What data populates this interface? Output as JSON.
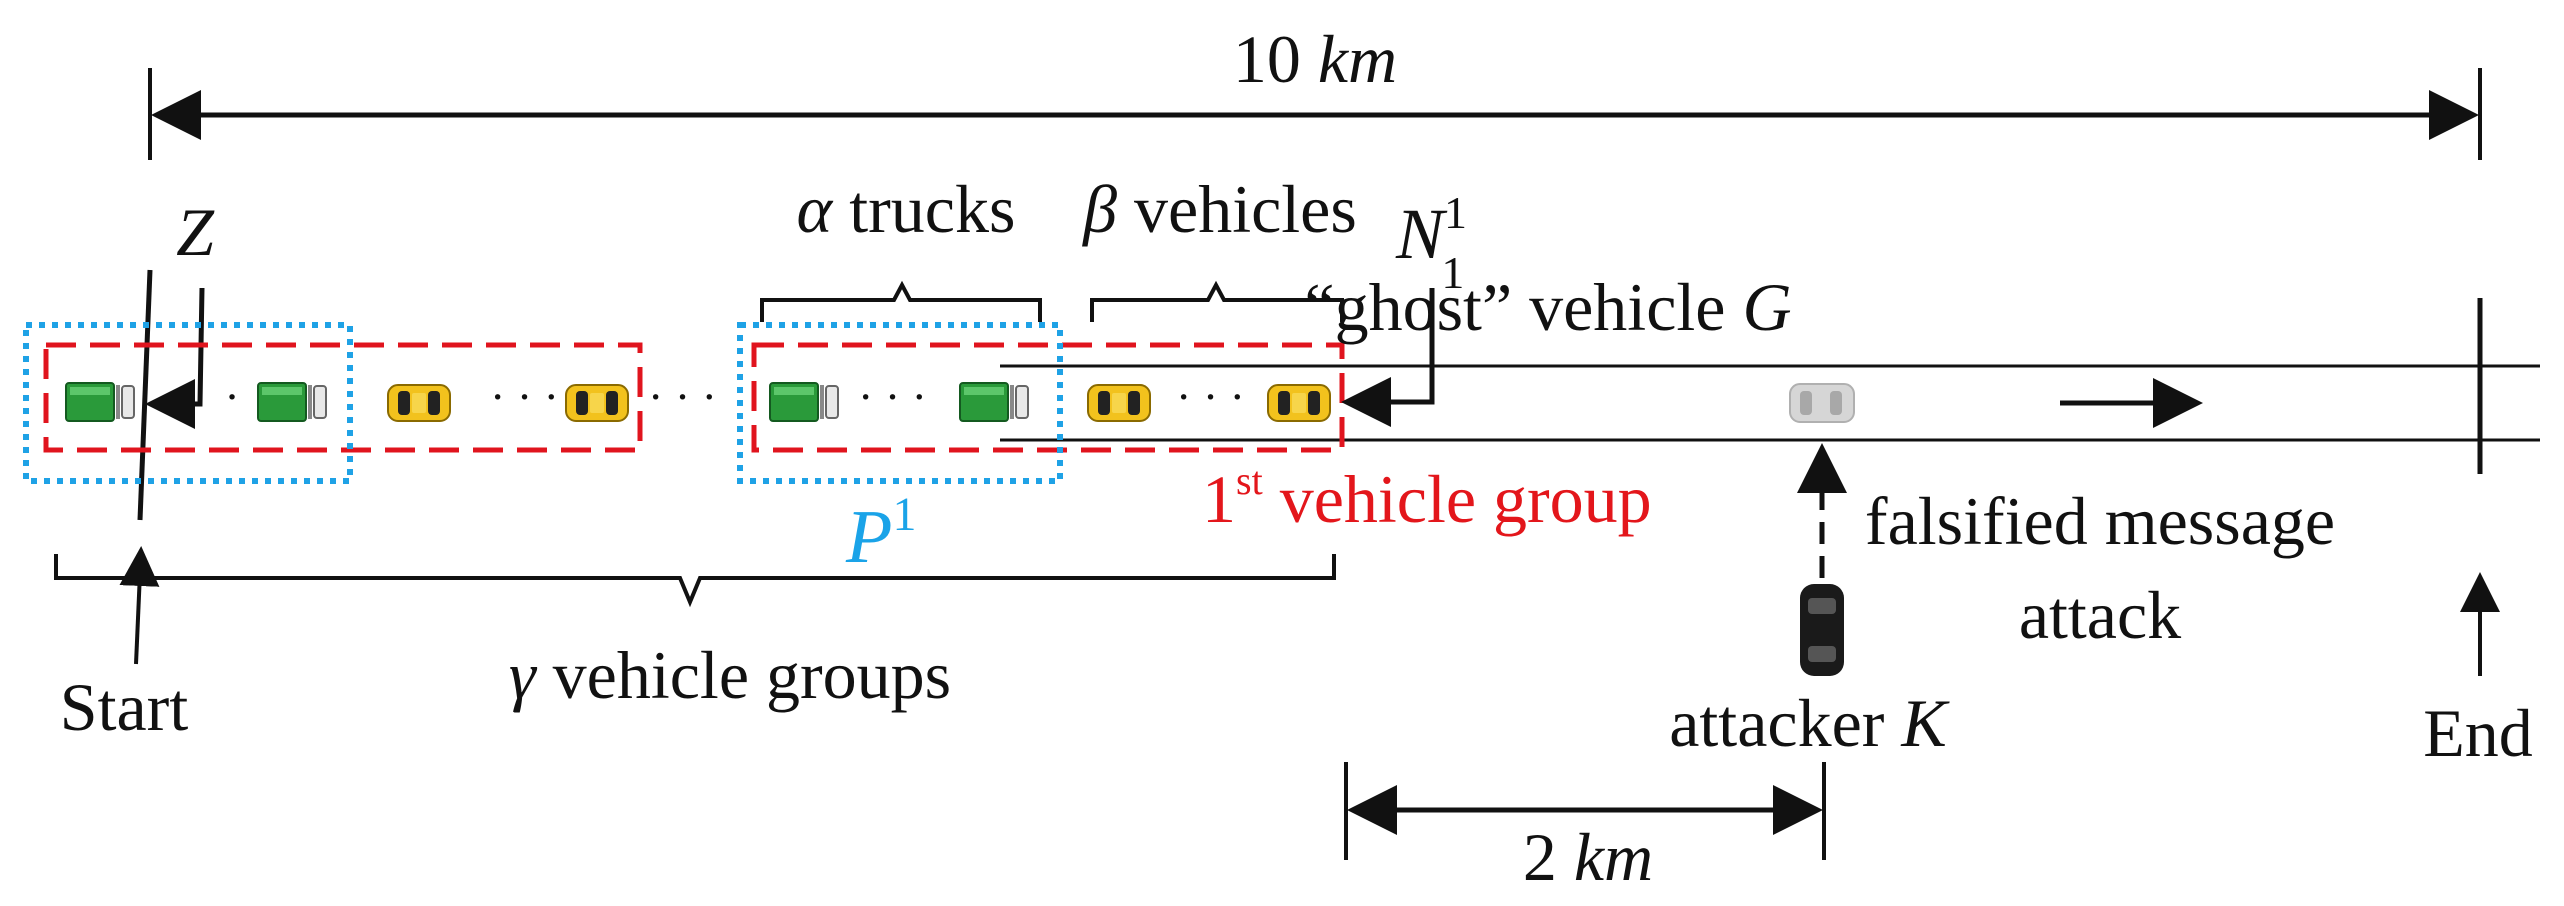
{
  "colors": {
    "line": "#111111",
    "group_dash": "#e0141e",
    "platoon_dot": "#1fa2e6",
    "platoon_label": "#1aa3e8",
    "group_label": "#e3161b",
    "truck_cab": "#2a9a3a",
    "car_body": "#f2c21d",
    "ghost_car": "#d6d6d6",
    "attacker_car": "#1a1a1a"
  },
  "labels": {
    "road_length_num": "10 ",
    "road_length_unit": "km",
    "offset_num": "2 ",
    "offset_unit": "km",
    "z_label": "Z",
    "alpha_sym": "α",
    "alpha_text": " trucks",
    "beta_sym": "β",
    "beta_text": " vehicles",
    "n_base": "N",
    "n_sup": "1",
    "n_sub": "1",
    "ghost_text": "“ghost” vehicle ",
    "ghost_sym": "G",
    "platoon_base": "P",
    "platoon_sup": "1",
    "group_num": "1",
    "group_sup": "st",
    "group_text": " vehicle group",
    "falsified_line1": "falsified message",
    "falsified_line2": "attack",
    "gamma_sym": "γ",
    "gamma_text": " vehicle groups",
    "start": "Start",
    "attacker_text": "attacker ",
    "attacker_sym": "K",
    "end": "End",
    "ellipsis": "· · ·",
    "single_dot": "·"
  },
  "icons": {
    "truck": "truck-icon",
    "car": "car-icon",
    "ghost": "ghost-car-icon",
    "attacker": "attacker-car-icon"
  }
}
